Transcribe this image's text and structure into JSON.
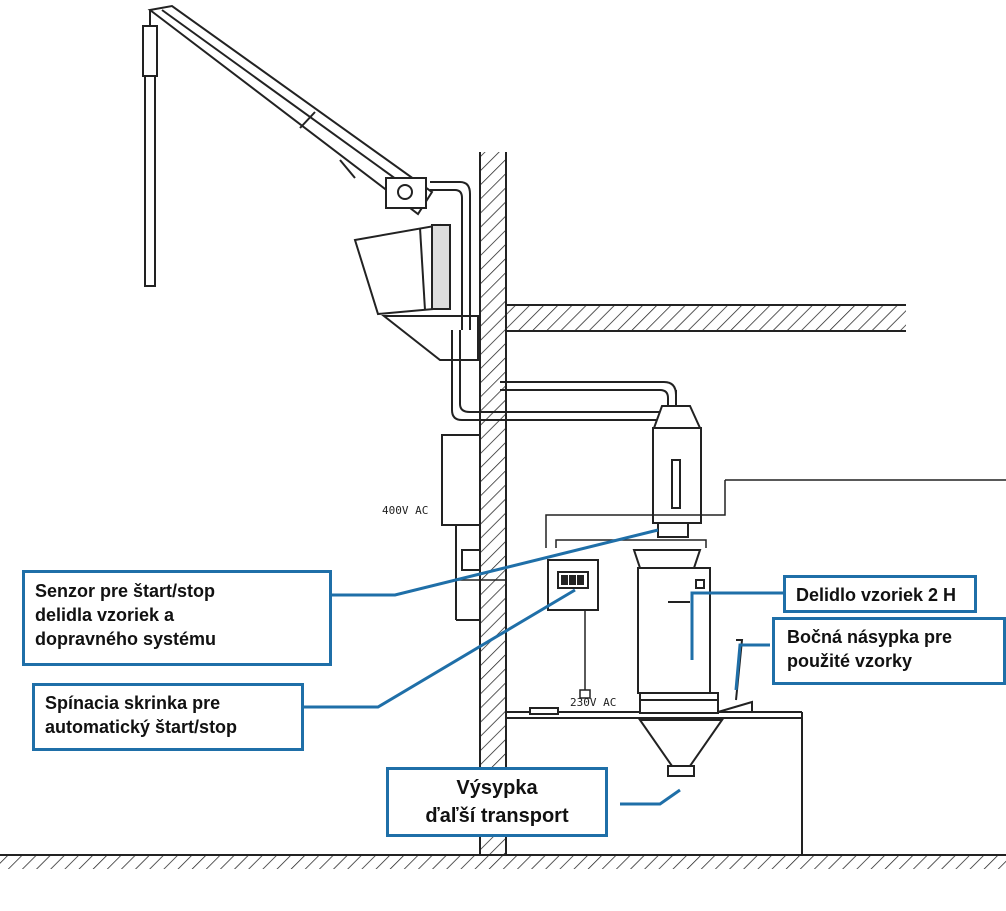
{
  "voltage_labels": {
    "main": "400V  AC",
    "switch": "230V  AC"
  },
  "callouts": {
    "sensor": [
      "Senzor pre štart/stop",
      "delidla vzoriek a",
      "dopravného systému"
    ],
    "switchbox": [
      "Spínacia skrinka pre",
      "automatický štart/stop"
    ],
    "divider": [
      "Delidlo vzoriek 2 H"
    ],
    "side_hopper": [
      "Bočná násypka pre",
      "použité vzorky"
    ],
    "dump": [
      "Výsypka",
      "ďaľší transport"
    ]
  },
  "colors": {
    "callout_border": "#1f6fa8",
    "leader_line": "#1f6fa8",
    "drawing": "#222222"
  }
}
